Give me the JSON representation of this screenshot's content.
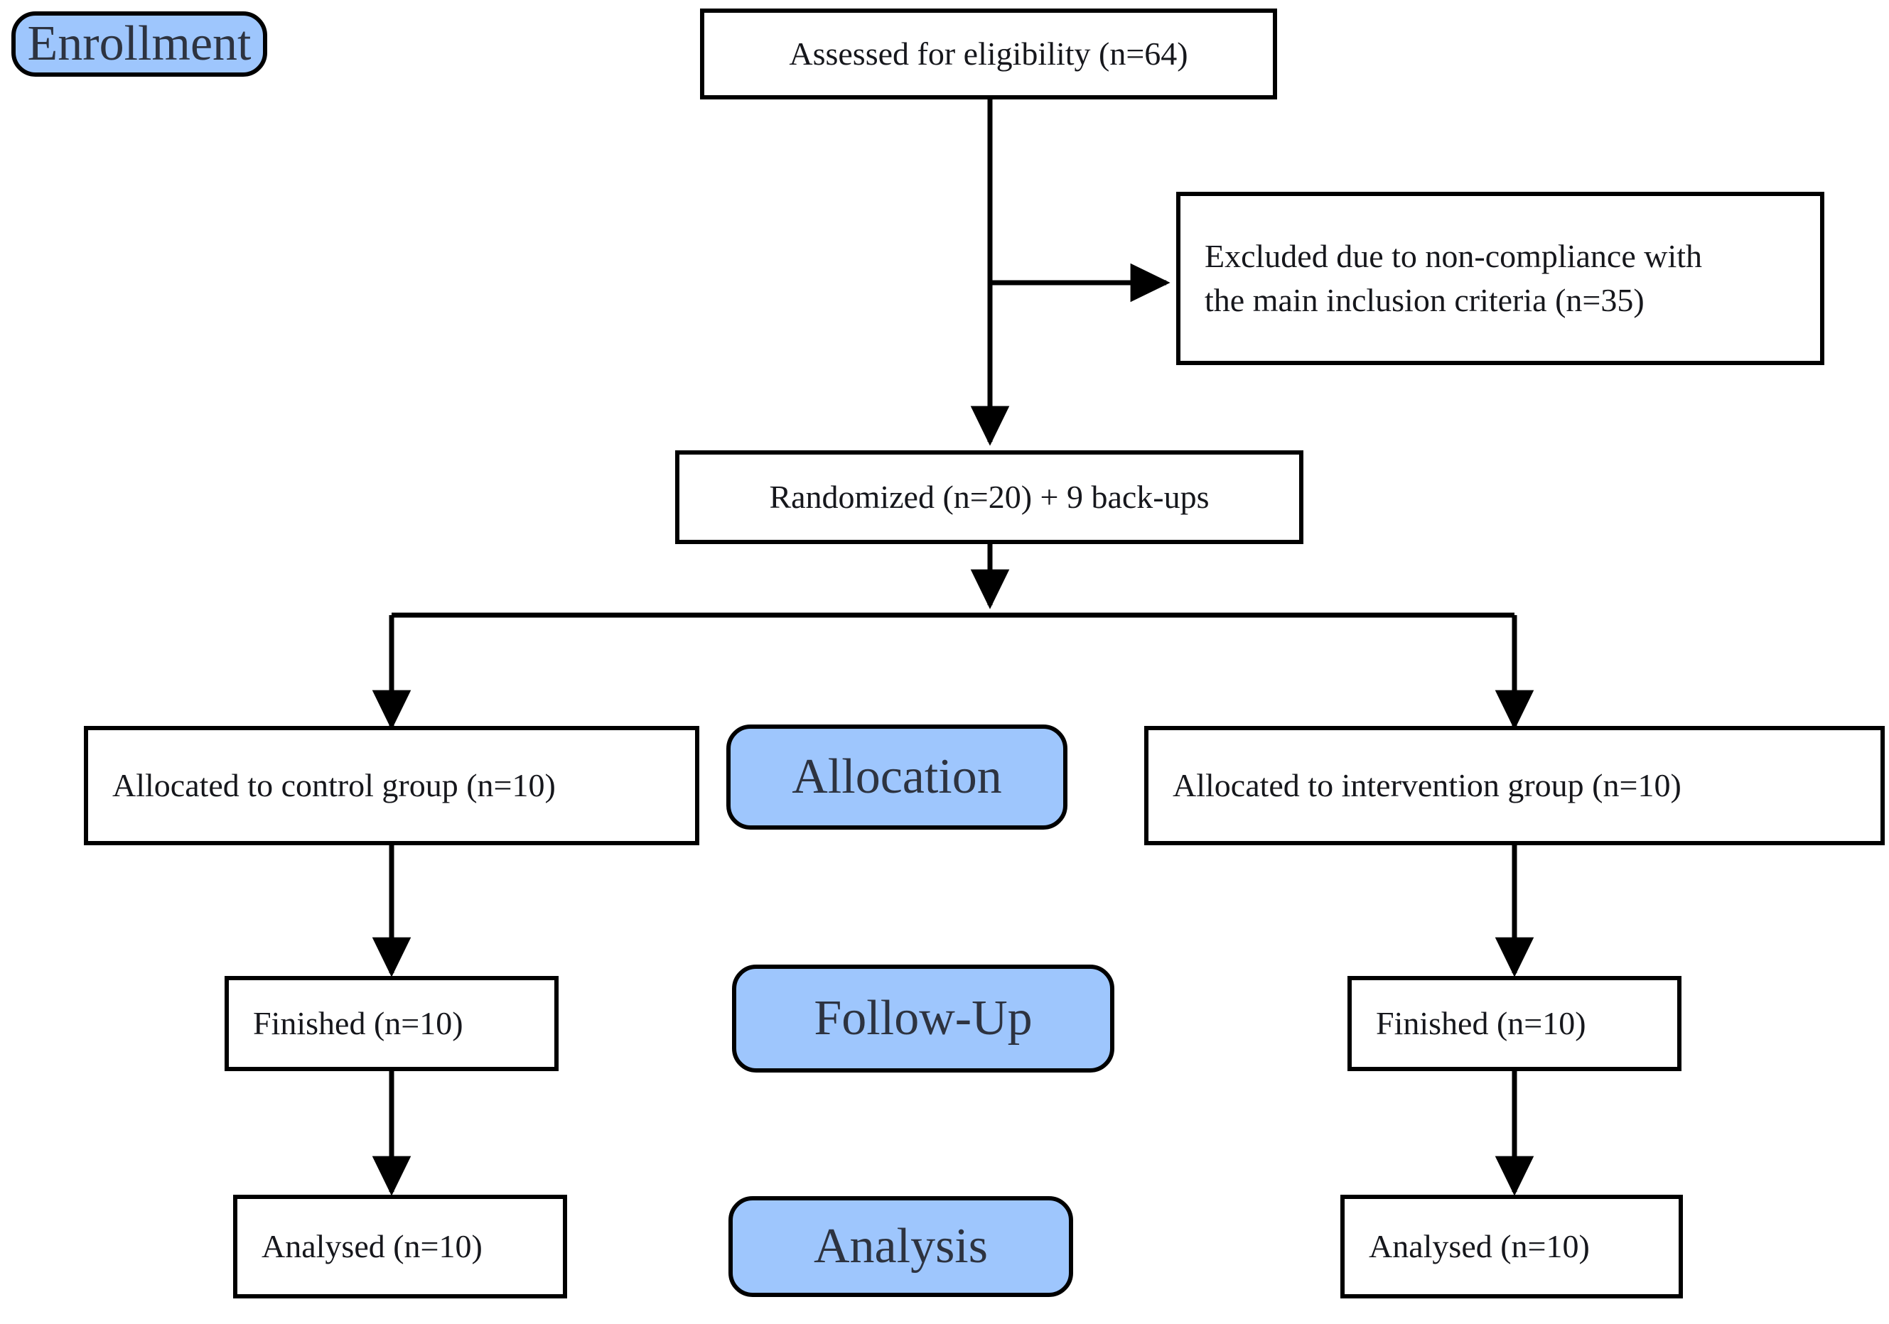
{
  "diagram": {
    "title": "CONSORT participant flow diagram",
    "accent_color": "#9ec6fd",
    "line_color": "#000000",
    "box_fill": "#ffffff"
  },
  "stages": {
    "enrollment": "Enrollment",
    "allocation": "Allocation",
    "followup": "Follow-Up",
    "analysis": "Analysis"
  },
  "boxes": {
    "assessed": "Assessed for eligibility (n=64)",
    "excluded_line1": "Excluded due to non-compliance with",
    "excluded_line2": "the main inclusion criteria (n=35)",
    "randomized": "Randomized (n=20) + 9 back-ups",
    "allocated_control": "Allocated to control group (n=10)",
    "allocated_intervention": "Allocated to intervention group (n=10)",
    "finished_control": "Finished (n=10)",
    "finished_intervention": "Finished (n=10)",
    "analysed_control": "Analysed (n=10)",
    "analysed_intervention": "Analysed (n=10)"
  },
  "chart_data": {
    "type": "flowchart",
    "title": "CONSORT participant flow diagram",
    "stages": [
      "Enrollment",
      "Allocation",
      "Follow-Up",
      "Analysis"
    ],
    "nodes": [
      {
        "id": "assessed",
        "stage": "Enrollment",
        "label": "Assessed for eligibility (n=64)",
        "n": 64
      },
      {
        "id": "excluded",
        "stage": "Enrollment",
        "label": "Excluded due to non-compliance with the main inclusion criteria (n=35)",
        "n": 35
      },
      {
        "id": "randomized",
        "stage": "Enrollment",
        "label": "Randomized (n=20) + 9 back-ups",
        "n": 20,
        "backups": 9
      },
      {
        "id": "allocated_control",
        "stage": "Allocation",
        "label": "Allocated to control group (n=10)",
        "n": 10
      },
      {
        "id": "allocated_intervention",
        "stage": "Allocation",
        "label": "Allocated to intervention group (n=10)",
        "n": 10
      },
      {
        "id": "finished_control",
        "stage": "Follow-Up",
        "label": "Finished (n=10)",
        "n": 10
      },
      {
        "id": "finished_intervention",
        "stage": "Follow-Up",
        "label": "Finished (n=10)",
        "n": 10
      },
      {
        "id": "analysed_control",
        "stage": "Analysis",
        "label": "Analysed (n=10)",
        "n": 10
      },
      {
        "id": "analysed_intervention",
        "stage": "Analysis",
        "label": "Analysed (n=10)",
        "n": 10
      }
    ],
    "edges": [
      {
        "from": "assessed",
        "to": "excluded"
      },
      {
        "from": "assessed",
        "to": "randomized"
      },
      {
        "from": "randomized",
        "to": "allocated_control"
      },
      {
        "from": "randomized",
        "to": "allocated_intervention"
      },
      {
        "from": "allocated_control",
        "to": "finished_control"
      },
      {
        "from": "allocated_intervention",
        "to": "finished_intervention"
      },
      {
        "from": "finished_control",
        "to": "analysed_control"
      },
      {
        "from": "finished_intervention",
        "to": "analysed_intervention"
      }
    ]
  }
}
